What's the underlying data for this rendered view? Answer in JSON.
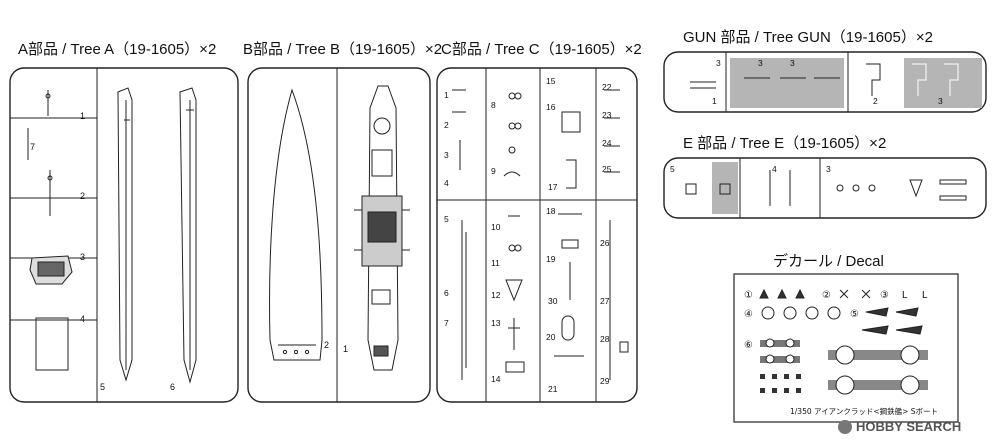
{
  "titles": {
    "tree_a": "A部品 / Tree  A（19-1605）×2",
    "tree_b": "B部品 / Tree B（19-1605）×2",
    "tree_c": "C部品 / Tree C（19-1605）×2",
    "tree_gun": "GUN 部品 / Tree GUN（19-1605）×2",
    "tree_e": "E 部品 / Tree E（19-1605）×2",
    "decal": "デカール / Decal"
  },
  "tree_a_parts": [
    "1",
    "2",
    "3",
    "4",
    "5",
    "6",
    "7"
  ],
  "tree_b_parts": [
    "1",
    "2"
  ],
  "tree_c_parts": [
    "1",
    "2",
    "3",
    "4",
    "5",
    "6",
    "7",
    "8",
    "9",
    "10",
    "11",
    "12",
    "13",
    "14",
    "15",
    "16",
    "17",
    "18",
    "19",
    "20",
    "21",
    "22",
    "23",
    "24",
    "25",
    "26",
    "27",
    "28",
    "29",
    "30"
  ],
  "gun_parts": [
    "1",
    "2",
    "3",
    "3",
    "3",
    "3"
  ],
  "e_parts": [
    "3",
    "4",
    "5"
  ],
  "decal_numbers": [
    "①",
    "②",
    "③",
    "④",
    "⑤",
    "⑥"
  ],
  "decal_letters": [
    "L",
    "L"
  ],
  "decal_caption": "1/350 アイアンクラッド<鋼鉄艦> Sボート",
  "watermark": "HOBBY SEARCH",
  "colors": {
    "line": "#222222",
    "frame": "#333333",
    "gray": "#9a9a9a"
  }
}
